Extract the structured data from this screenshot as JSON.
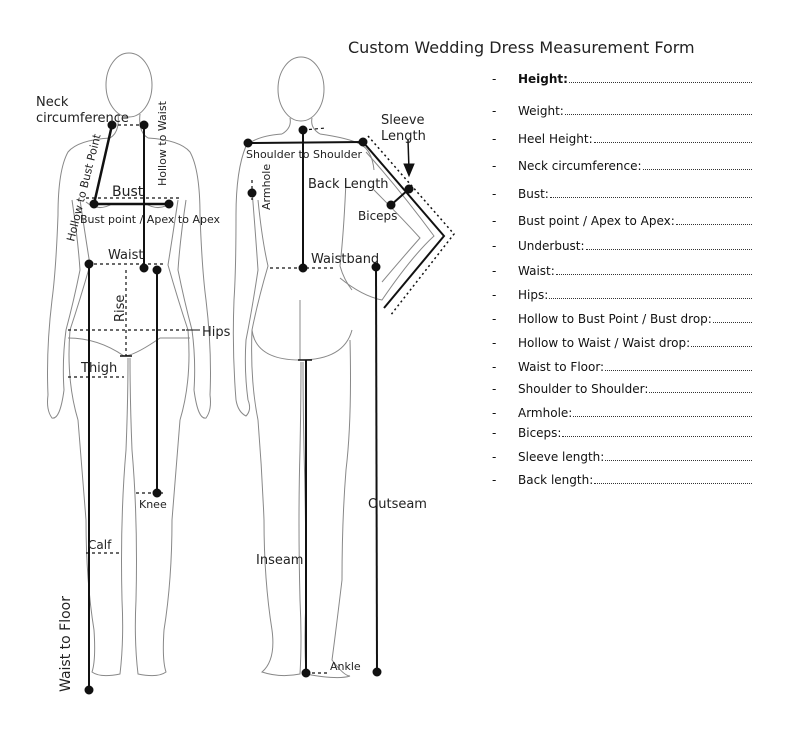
{
  "title": "Custom Wedding Dress Measurement Form",
  "form": {
    "bullet": "-",
    "fields": [
      {
        "label": "Height:",
        "value": ""
      },
      {
        "label": "Weight:",
        "value": ""
      },
      {
        "label": "Heel Height:",
        "value": ""
      },
      {
        "label": "Neck circumference:",
        "value": ""
      },
      {
        "label": "Bust:",
        "value": ""
      },
      {
        "label": "Bust point / Apex to Apex:",
        "value": ""
      },
      {
        "label": "Underbust:",
        "value": ""
      },
      {
        "label": "Waist:",
        "value": ""
      },
      {
        "label": "Hips:",
        "value": ""
      },
      {
        "label": "Hollow to Bust Point / Bust drop:",
        "value": ""
      },
      {
        "label": "Hollow to Waist / Waist drop:",
        "value": ""
      },
      {
        "label": "Waist to Floor:",
        "value": ""
      },
      {
        "label": "Shoulder to Shoulder:",
        "value": ""
      },
      {
        "label": "Armhole:",
        "value": ""
      },
      {
        "label": "Biceps:",
        "value": ""
      },
      {
        "label": "Sleeve length:",
        "value": ""
      },
      {
        "label": "Back length:",
        "value": ""
      }
    ]
  },
  "front_figure": {
    "labels": {
      "neck_line1": "Neck",
      "neck_line2": "circumference",
      "hollow_to_bust_point": "Hollow to Bust Point",
      "hollow_to_waist": "Hollow to Waist",
      "bust": "Bust",
      "apex": "Bust point / Apex to Apex",
      "waist": "Waist",
      "rise": "Rise",
      "hips": "Hips",
      "thigh": "Thigh",
      "knee": "Knee",
      "calf": "Calf",
      "waist_to_floor": "Waist to Floor"
    }
  },
  "back_figure": {
    "labels": {
      "sleeve_line1": "Sleeve",
      "sleeve_line2": "Length",
      "shoulder_to_shoulder": "Shoulder to Shoulder",
      "armhole": "Armhole",
      "back_length": "Back Length",
      "biceps": "Biceps",
      "waistband": "Waistband",
      "outseam": "Outseam",
      "inseam": "Inseam",
      "ankle": "Ankle"
    }
  }
}
